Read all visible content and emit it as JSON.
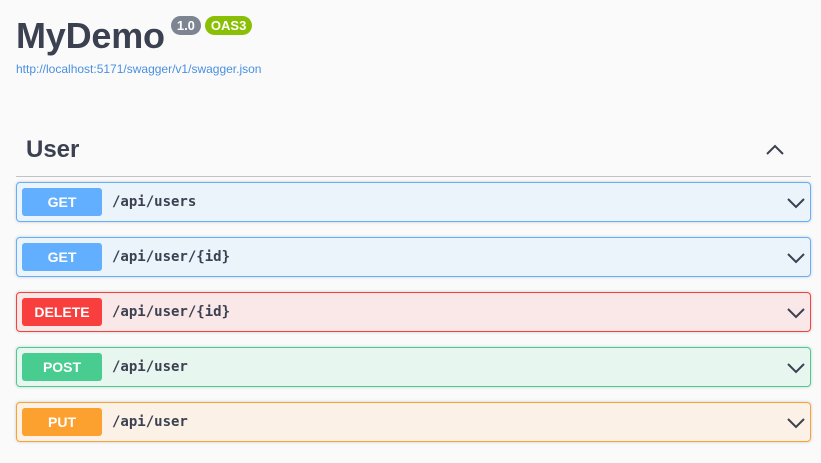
{
  "info": {
    "title": "MyDemo",
    "version": "1.0",
    "oas": "OAS3",
    "spec_url": "http://localhost:5171/swagger/v1/swagger.json"
  },
  "tag": {
    "name": "User",
    "expanded": true
  },
  "operations": [
    {
      "method": "GET",
      "path": "/api/users"
    },
    {
      "method": "GET",
      "path": "/api/user/{id}"
    },
    {
      "method": "DELETE",
      "path": "/api/user/{id}"
    },
    {
      "method": "POST",
      "path": "/api/user"
    },
    {
      "method": "PUT",
      "path": "/api/user"
    }
  ],
  "colors": {
    "get": "#61affe",
    "delete": "#f93e3e",
    "post": "#49cc90",
    "put": "#fca130",
    "link": "#4990e2",
    "text": "#3b4151"
  }
}
